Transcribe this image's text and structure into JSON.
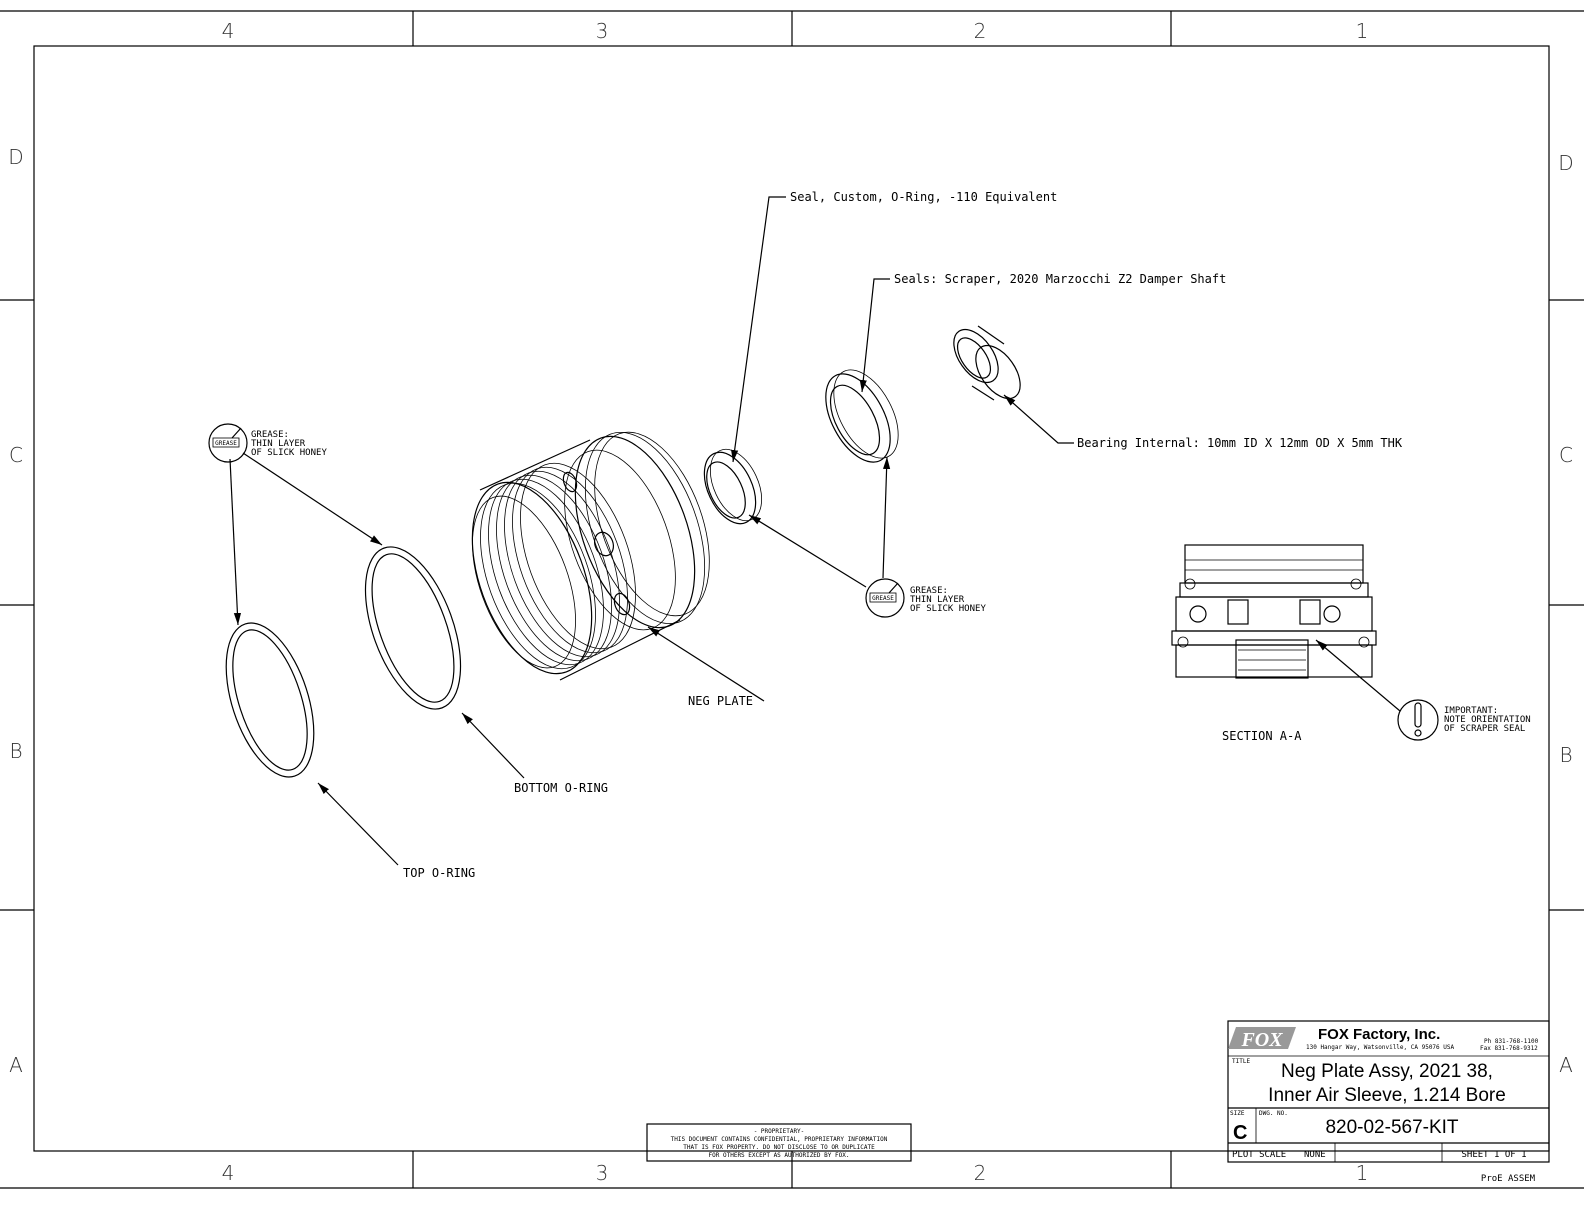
{
  "zones": {
    "columns": [
      "4",
      "3",
      "2",
      "1"
    ],
    "rows": [
      "D",
      "C",
      "B",
      "A"
    ]
  },
  "callouts": {
    "seal_oring": "Seal, Custom, O-Ring, -110 Equivalent",
    "seal_scraper": "Seals: Scraper, 2020 Marzocchi Z2 Damper Shaft",
    "bearing": "Bearing Internal: 10mm ID X 12mm OD X 5mm THK",
    "neg_plate": "NEG PLATE",
    "bottom_oring": "BOTTOM O-RING",
    "top_oring": "TOP O-RING",
    "section": "SECTION  A-A"
  },
  "grease_note_1": {
    "badge": "GREASE",
    "lines": [
      "GREASE:",
      "THIN LAYER",
      "OF SLICK HONEY"
    ]
  },
  "grease_note_2": {
    "badge": "GREASE",
    "lines": [
      "GREASE:",
      "THIN LAYER",
      "OF SLICK HONEY"
    ]
  },
  "important_note": {
    "lines": [
      "IMPORTANT:",
      "NOTE ORIENTATION",
      "OF SCRAPER SEAL"
    ]
  },
  "proprietary": {
    "lines": [
      "- PROPRIETARY-",
      "THIS DOCUMENT CONTAINS CONFIDENTIAL, PROPRIETARY INFORMATION",
      "THAT IS FOX PROPERTY.  DO NOT DISCLOSE TO OR DUPLICATE",
      "FOR OTHERS EXCEPT AS AUTHORIZED BY FOX."
    ]
  },
  "title_block": {
    "logo": "FOX",
    "company": "FOX Factory, Inc.",
    "address": "130 Hangar Way, Watsonville, CA 95076 USA",
    "phone": "Ph 831-768-1100",
    "fax": "Fax 831-768-9312",
    "title_label": "TITLE",
    "title_line1": "Neg Plate Assy, 2021 38,",
    "title_line2": "Inner Air Sleeve, 1.214 Bore",
    "size_label": "SIZE",
    "size": "C",
    "dwg_label": "DWG. NO.",
    "dwg_no": "820-02-567-KIT",
    "plot_scale_label": "PLOT SCALE",
    "plot_scale": "NONE",
    "sheet": "SHEET 1 OF 1",
    "source": "ProE ASSEM"
  }
}
